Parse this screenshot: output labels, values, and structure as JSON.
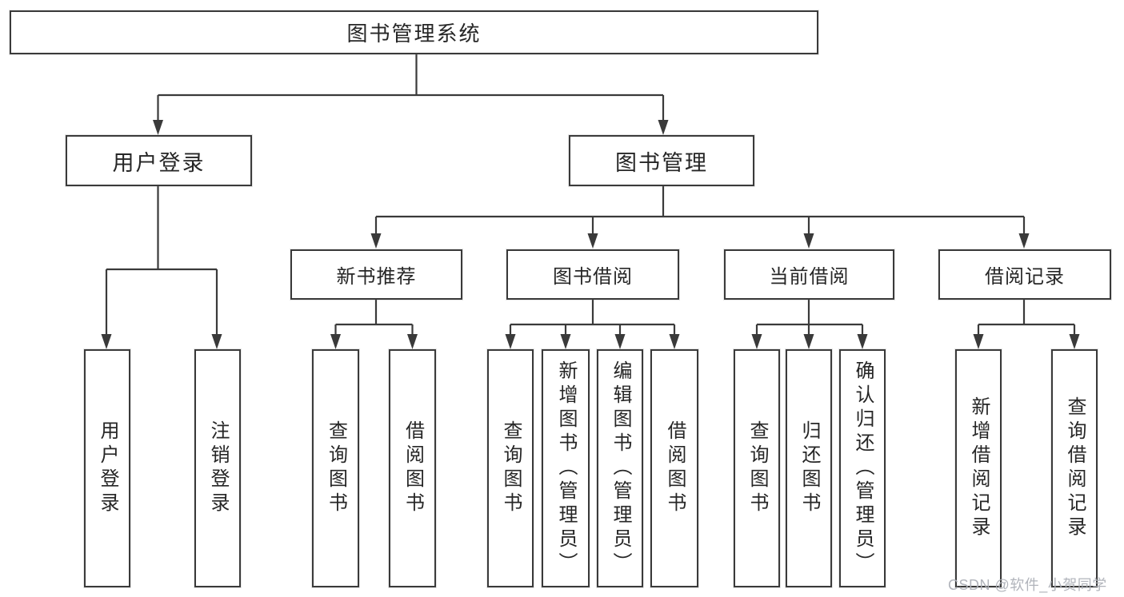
{
  "diagram": {
    "root": "图书管理系统",
    "level2": [
      "用户登录",
      "图书管理"
    ],
    "level3": [
      "新书推荐",
      "图书借阅",
      "当前借阅",
      "借阅记录"
    ],
    "leaves": {
      "user_login": [
        "用户登录",
        "注销登录"
      ],
      "new_books": [
        "查询图书",
        "借阅图书"
      ],
      "borrowing": [
        "查询图书",
        "新增图书（管理员）",
        "编辑图书（管理员）",
        "借阅图书"
      ],
      "current": [
        "查询图书",
        "归还图书",
        "确认归还（管理员）"
      ],
      "records": [
        "新增借阅记录",
        "查询借阅记录"
      ]
    }
  },
  "watermark": "CSDN @软件_小贺同学",
  "colors": {
    "line": "#3a3a3a",
    "text": "#262626",
    "watermark": "#adb0b7",
    "background": "#ffffff"
  }
}
